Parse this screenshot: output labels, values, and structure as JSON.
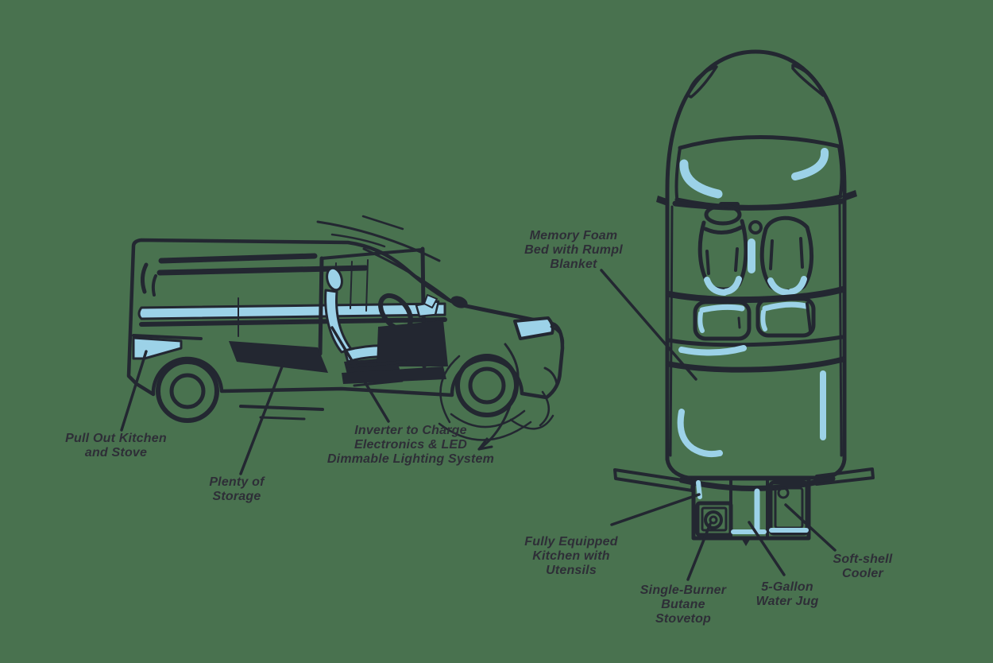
{
  "scene": {
    "description": "Camper van conversion feature diagram",
    "background_color": "#49724F",
    "ink_color": "#232731",
    "accent_blue": "#9CD2E8",
    "text_color": "#2E2E37"
  },
  "illustrations": {
    "side_van": "camper van side view sketch",
    "top_van": "camper van top-down interior view sketch"
  },
  "labels": {
    "pull_out_kitchen": {
      "text": "Pull Out Kitchen\nand Stove"
    },
    "plenty_of_storage": {
      "text": "Plenty of\nStorage"
    },
    "inverter": {
      "text": "Inverter to Charge\nElectronics & LED\nDimmable Lighting System"
    },
    "memory_foam_bed": {
      "text": "Memory Foam\nBed with Rumpl\nBlanket"
    },
    "fully_equipped_kitchen": {
      "text": "Fully Equipped\nKitchen with\nUtensils"
    },
    "single_burner_stove": {
      "text": "Single-Burner\nButane\nStovetop"
    },
    "water_jug": {
      "text": "5-Gallon\nWater Jug"
    },
    "soft_shell_cooler": {
      "text": "Soft-shell\nCooler"
    }
  }
}
